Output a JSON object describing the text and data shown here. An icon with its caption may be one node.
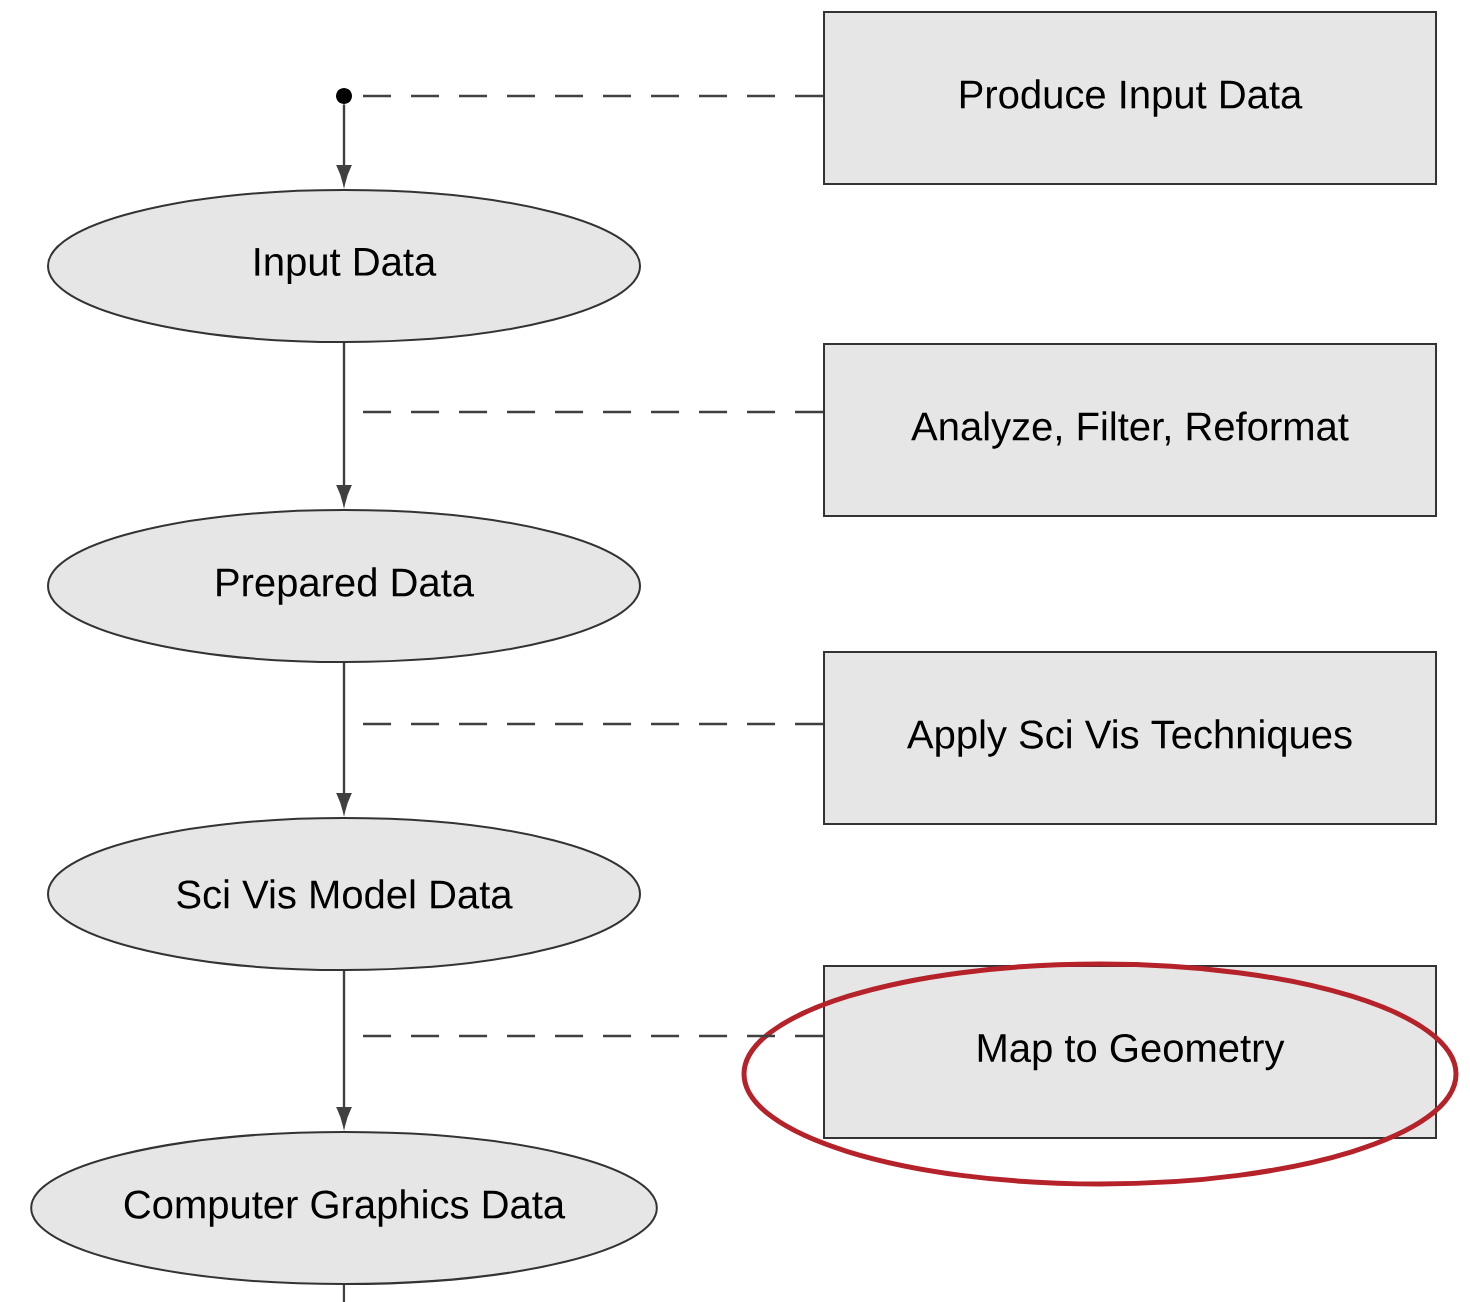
{
  "diagram": {
    "nodes": [
      {
        "text": [],
        "shape": "circle"
      },
      {
        "text": [
          "Produce Input Data"
        ]
      },
      {
        "text": [
          "Input Data"
        ]
      },
      {
        "text": [
          "Analyze, Filter, Reformat"
        ]
      },
      {
        "text": [
          "Prepared Data"
        ]
      },
      {
        "text": [
          "Apply Sci Vis Techniques"
        ]
      },
      {
        "text": [
          "Sci Vis Model Data"
        ]
      },
      {
        "text": [
          "Map to Geometry"
        ]
      },
      {
        "text": [
          "Computer Graphics Data"
        ]
      }
    ],
    "edges": [
      {
        "from": 0,
        "to": 2,
        "arrow": "to"
      },
      {
        "from": 1,
        "to": 0,
        "arrow": "none",
        "style": "dashed"
      },
      {
        "from": 2,
        "to": 4,
        "arrow": "to"
      },
      {
        "from": 3,
        "to": null,
        "arrow": "none",
        "style": "dashed"
      },
      {
        "from": 4,
        "to": 6,
        "arrow": "to"
      },
      {
        "from": 5,
        "to": null,
        "arrow": "none",
        "style": "dashed"
      },
      {
        "from": 6,
        "to": 8,
        "arrow": "to"
      },
      {
        "from": 7,
        "to": null,
        "arrow": "none",
        "style": "dashed"
      },
      {
        "from": 8,
        "to": null,
        "arrow": "none"
      }
    ]
  }
}
